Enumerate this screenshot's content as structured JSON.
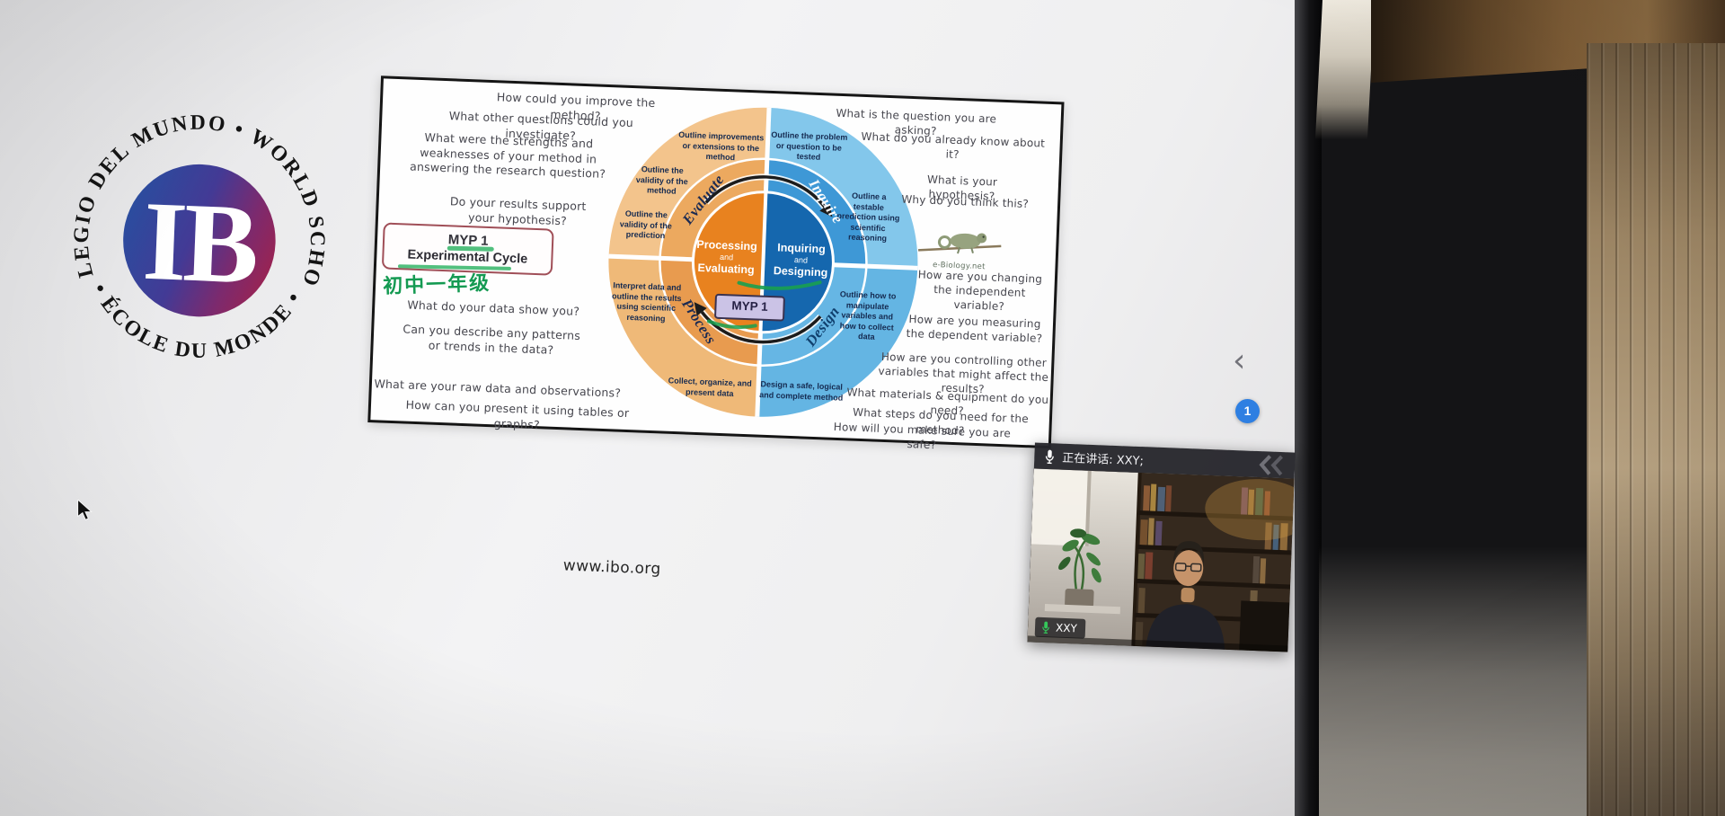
{
  "page": {
    "url_text": "www.ibo.org"
  },
  "ui": {
    "collapse_chevron": "‹"
  },
  "logo": {
    "monogram": "IB",
    "arc_top": "COLEGIO DEL MUNDO • WORLD SCHOOL",
    "arc_bottom": "• ÉCOLE DU MONDE •"
  },
  "slide": {
    "title_box": {
      "line1": "MYP 1",
      "line2": "Experimental Cycle"
    },
    "handwritten_note": "初中一年级",
    "watermark_caption": "e-Biology.net",
    "questions_left": [
      "How could you improve the method?",
      "What other questions could you investigate?",
      "What were the strengths and weaknesses of your method in answering the research question?",
      "Do your results support your hypothesis?",
      "What do your data show you?",
      "Can you describe any patterns or trends in the data?",
      "What are your raw data and observations?",
      "How can you present it using tables or graphs?"
    ],
    "questions_right": [
      "What is the question you are asking?",
      "What do you already know about it?",
      "What is your hypothesis?",
      "Why do you think this?",
      "How are you changing the independent variable?",
      "How are you measuring the dependent variable?",
      "How are you controlling other variables that might affect the results?",
      "What materials & equipment do you need?",
      "What steps do you need for the method?",
      "How will you make sure you are safe?"
    ],
    "cycle": {
      "quadrant_labels": {
        "evaluate": "Evaluate",
        "inquire": "Inquire",
        "process": "Process",
        "design": "Design"
      },
      "segments": {
        "evaluate": [
          "Outline improvements or extensions to the method",
          "Outline the validity of the method",
          "Outline the validity of the prediction"
        ],
        "inquire": [
          "Outline the problem or question to be tested",
          "Outline a testable prediction using scientific reasoning"
        ],
        "design": [
          "Outline how to manipulate variables and how to collect data",
          "Design a safe, logical and complete method"
        ],
        "process": [
          "Interpret data and outline the results using scientific reasoning",
          "Collect, organize, and present data"
        ]
      },
      "center": {
        "left": {
          "top": "Processing",
          "mid": "and",
          "bottom": "Evaluating"
        },
        "right": {
          "top": "Inquiring",
          "mid": "and",
          "bottom": "Designing"
        }
      },
      "badge": "MYP 1",
      "colors": {
        "orange_outer": "#F3C48C",
        "orange_mid": "#ECA95F",
        "orange_inner": "#E8821F",
        "blue_outer": "#83C7EB",
        "blue_mid": "#3E98D6",
        "blue_inner": "#1567AE",
        "annotation_green": "#18A050",
        "badge_blue": "#2E7FE2"
      }
    }
  },
  "meeting": {
    "speaking_label": "正在讲话: XXY;",
    "participant_label": "XXY",
    "page_badge": "1"
  }
}
